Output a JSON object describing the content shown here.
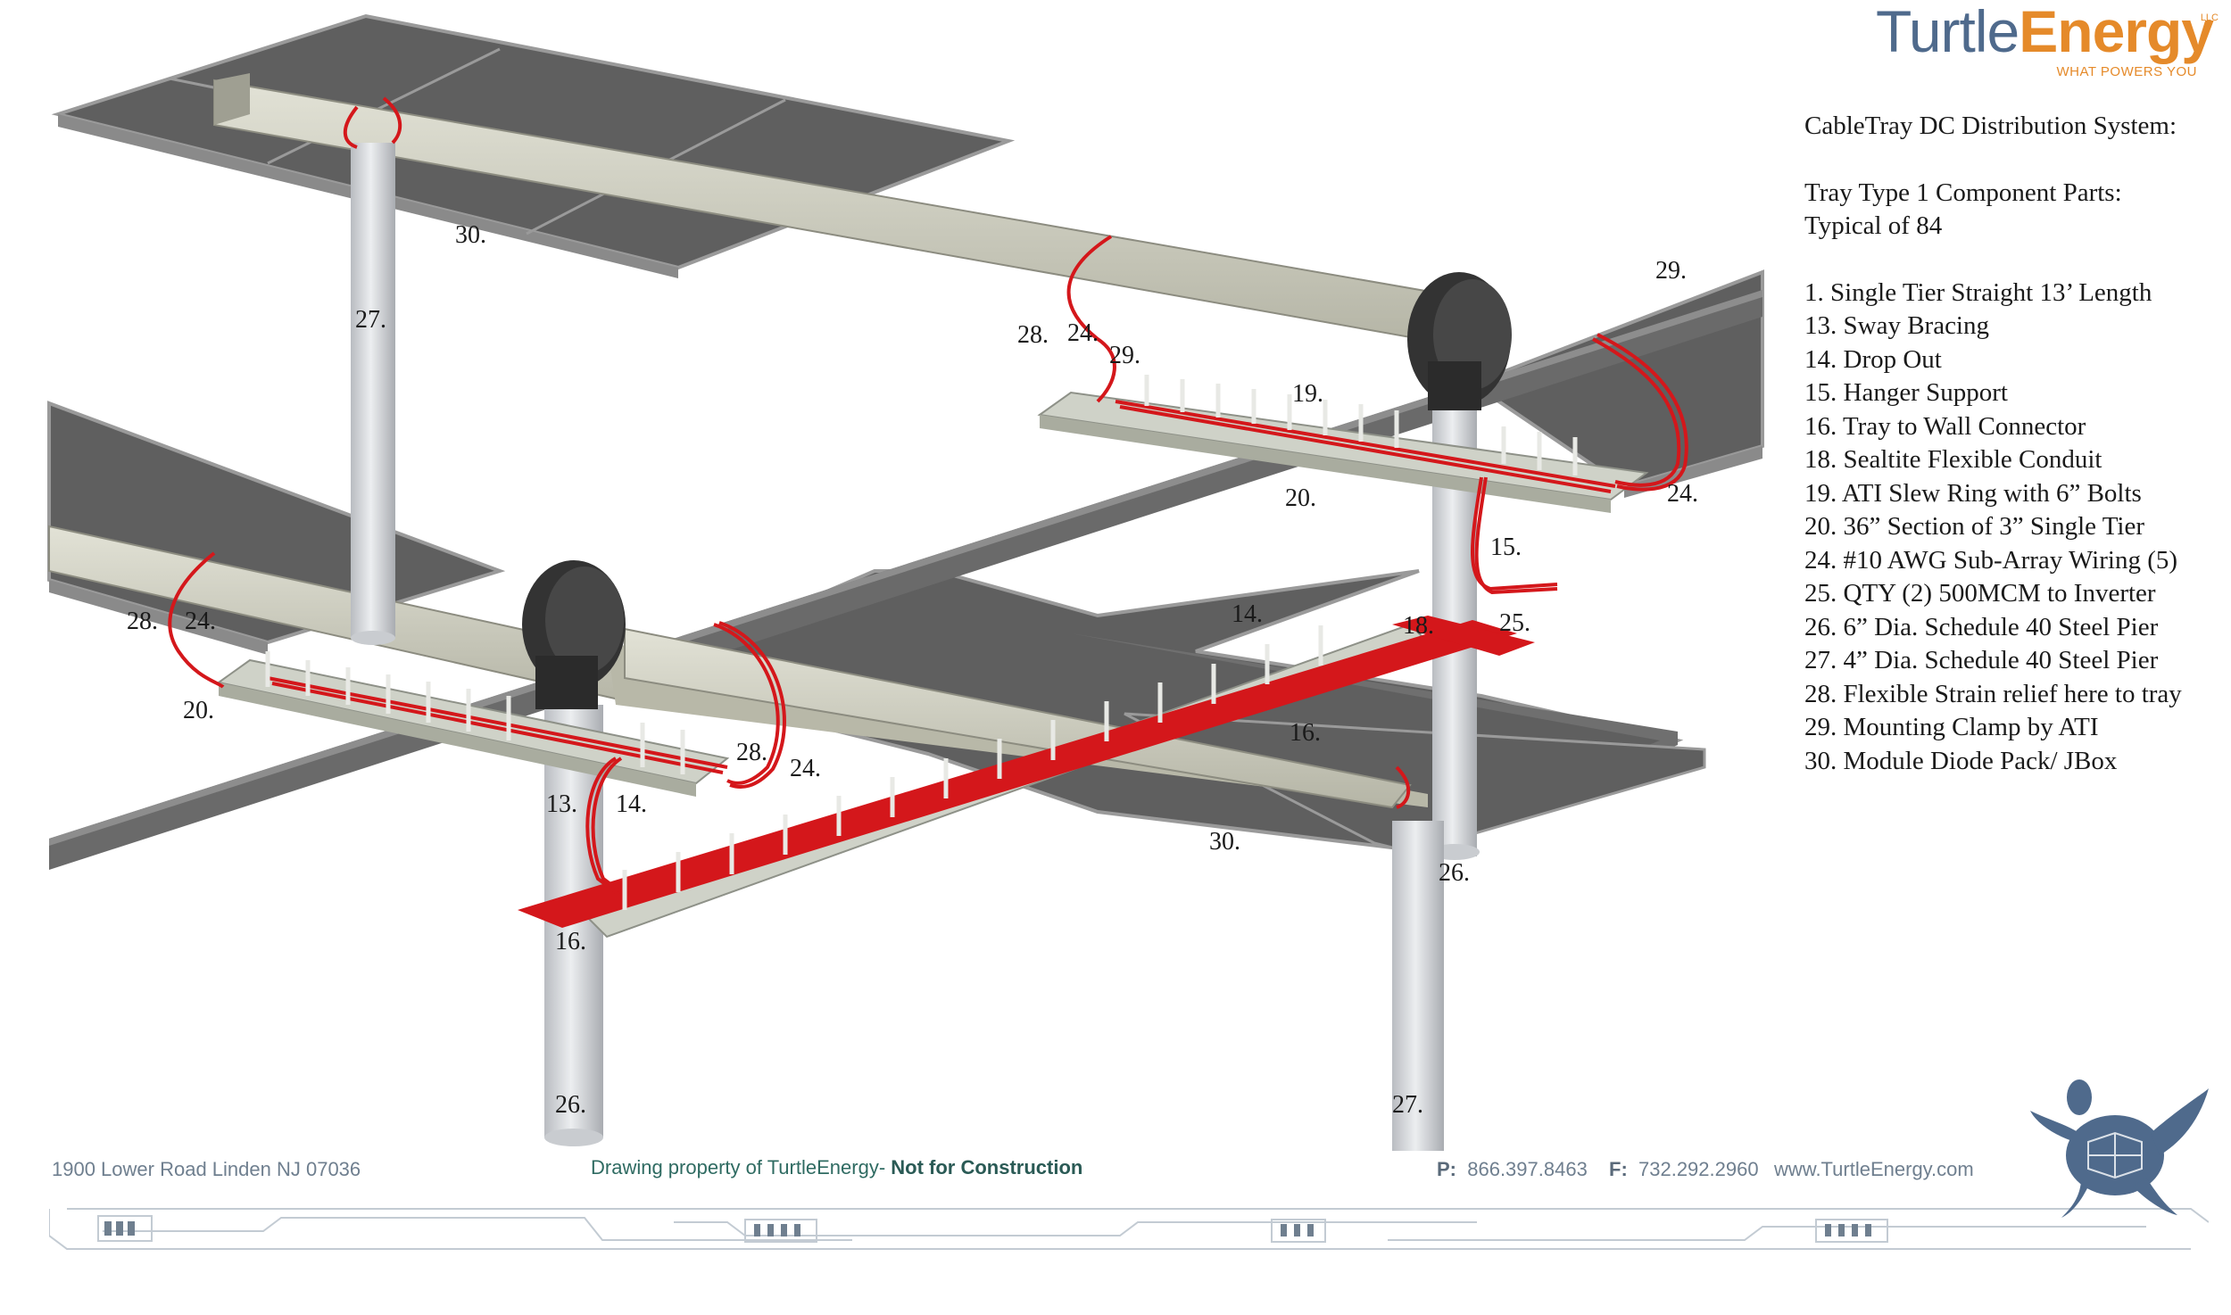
{
  "logo": {
    "word_part1": "Turtle",
    "word_part2": "Energy",
    "llc": "LLC",
    "tagline": "WHAT POWERS YOU"
  },
  "legend": {
    "title": "CableTray DC Distribution System:",
    "subtitle_line1": "Tray Type 1 Component Parts:",
    "subtitle_line2": "Typical of 84",
    "items": [
      "1. Single Tier Straight 13’ Length",
      "13. Sway Bracing",
      "14. Drop Out",
      "15. Hanger Support",
      "16. Tray to Wall Connector",
      "18. Sealtite Flexible Conduit",
      "19. ATI Slew Ring with 6” Bolts",
      "20. 36” Section of 3” Single Tier",
      "24. #10 AWG Sub-Array Wiring (5)",
      "25. QTY (2) 500MCM to Inverter",
      "26. 6” Dia. Schedule 40 Steel Pier",
      "27. 4” Dia. Schedule 40 Steel Pier",
      "28. Flexible Strain relief here to tray",
      "29. Mounting Clamp by ATI",
      "30. Module Diode Pack/ JBox"
    ]
  },
  "callouts": {
    "c30a": "30.",
    "c27a": "27.",
    "c28a": "28.",
    "c24a": "24.",
    "c29a": "29.",
    "c19": "19.",
    "c29b": "29.",
    "c20a": "20.",
    "c24b": "24.",
    "c15": "15.",
    "c28b": "28.",
    "c24c": "24.",
    "c20b": "20.",
    "c14a": "14.",
    "c18": "18.",
    "c25": "25.",
    "c16a": "16.",
    "c28c": "28.",
    "c24d": "24.",
    "c13": "13.",
    "c14b": "14.",
    "c30b": "30.",
    "c26a": "26.",
    "c16b": "16.",
    "c26b": "26.",
    "c27b": "27."
  },
  "footer": {
    "address": "1900 Lower Road   Linden NJ   07036",
    "drawing_note_prefix": "Drawing property of TurtleEnergy- ",
    "drawing_note_bold": "Not for Construction",
    "phone_label": "P:",
    "phone": "866.397.8463",
    "fax_label": "F:",
    "fax": "732.292.2960",
    "website": "www.TurtleEnergy.com"
  },
  "colors": {
    "panel": "#5f5f5f",
    "panel_edge": "#9a9a9a",
    "beam": "#c9c9b9",
    "pier": "#d5d7db",
    "wire": "#d4171b",
    "slew_ring": "#333333",
    "logo_blue": "#4f6a8c",
    "logo_orange": "#e58a2a"
  },
  "icons": {
    "logo": "turtle-energy-logo",
    "mascot": "sea-turtle-icon",
    "decor": "circuit-trace-decoration"
  }
}
